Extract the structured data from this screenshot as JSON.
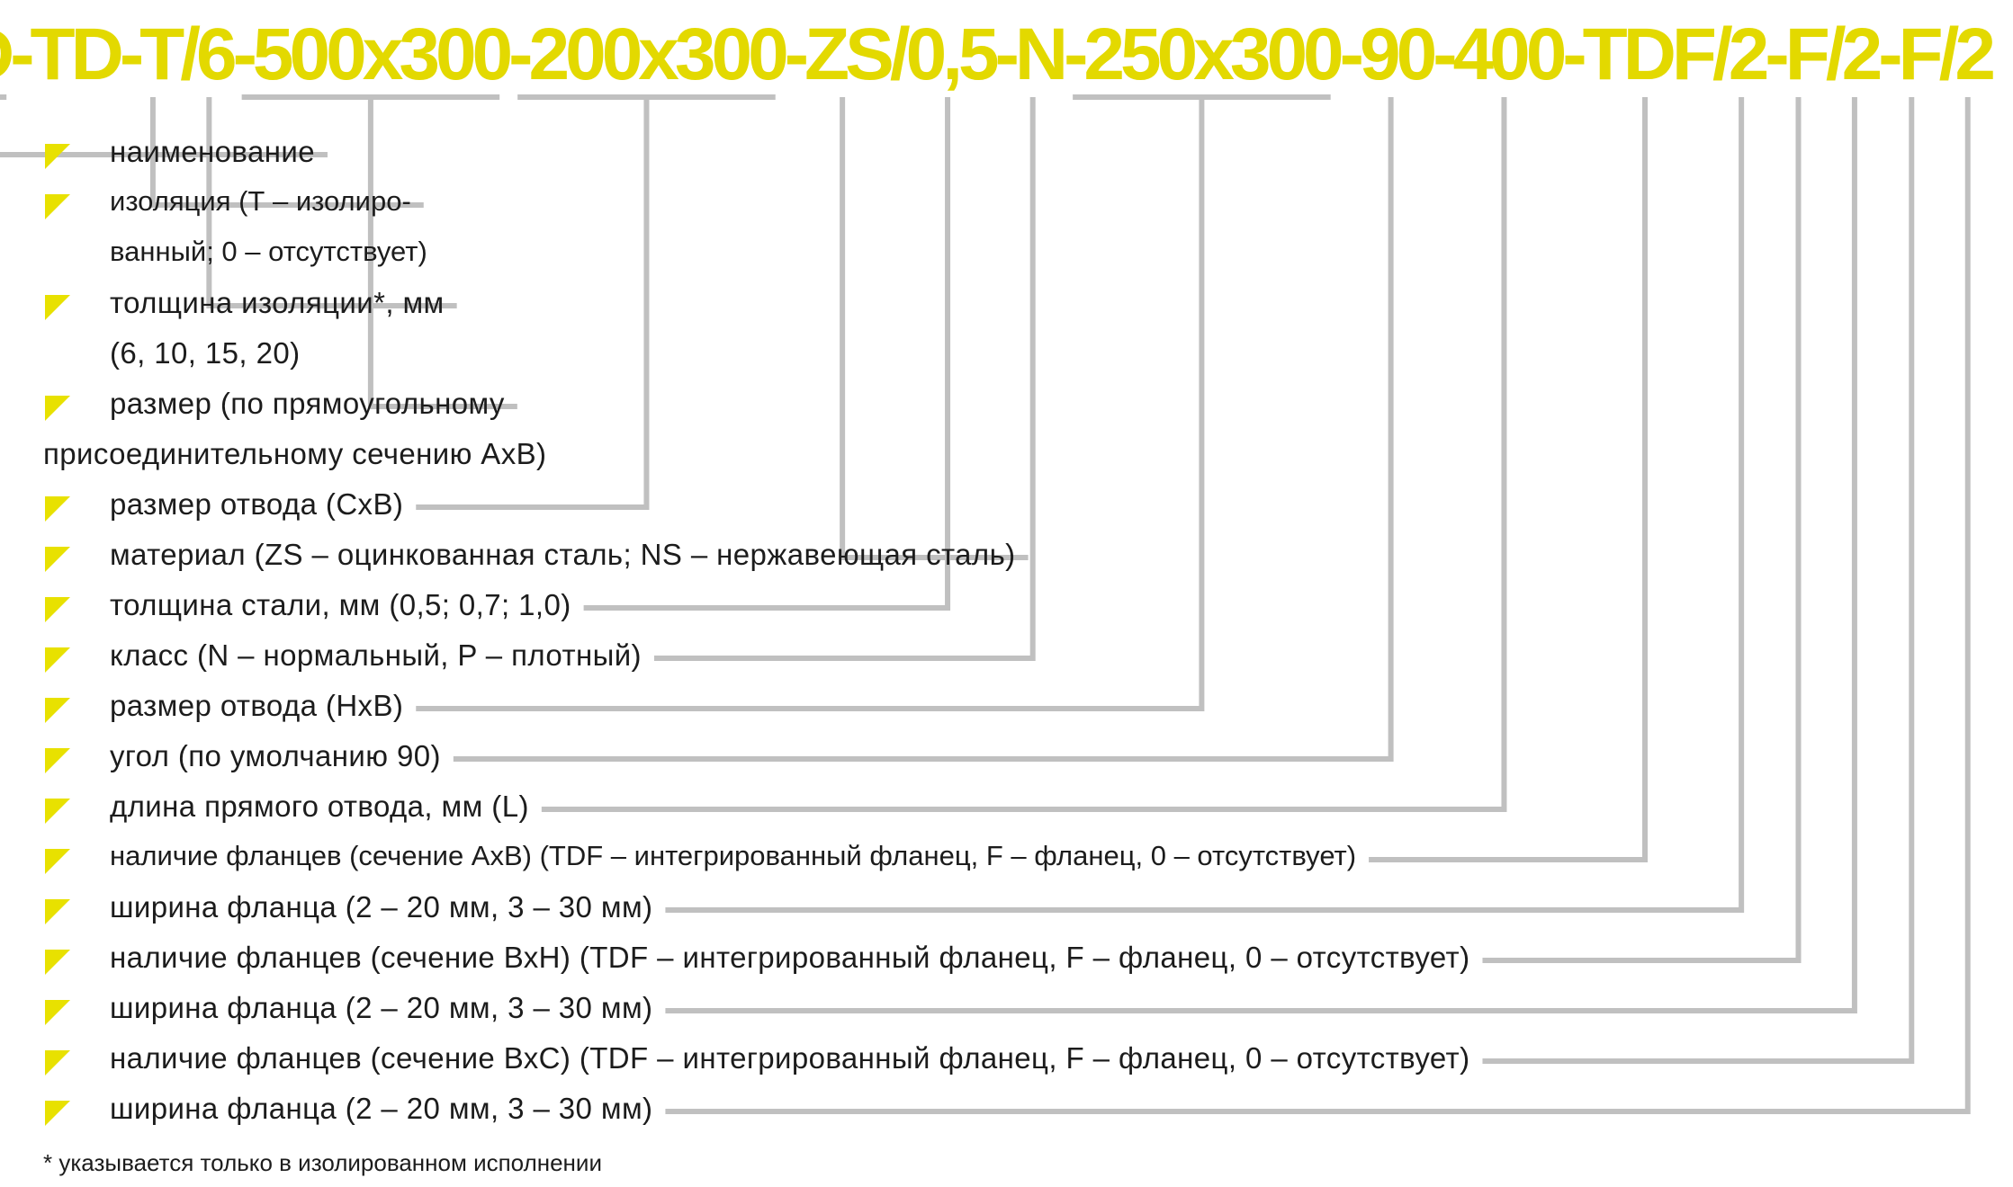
{
  "code_segments": [
    "AD",
    "-TD",
    "-T",
    "/6",
    "-500x300",
    "-200x300",
    "-ZS",
    "/0,5",
    "-N",
    "-250x300",
    "-90",
    "-400",
    "-TDF",
    "/2",
    "-F",
    "/2",
    "-F",
    "/2"
  ],
  "items": [
    {
      "lines": [
        "наименование"
      ]
    },
    {
      "lines": [
        "изоляция (Т – изолиро-",
        "ванный; 0 – отсутствует)"
      ]
    },
    {
      "lines": [
        "толщина изоляции*, мм",
        "(6, 10, 15, 20)"
      ]
    },
    {
      "lines": [
        "размер (по прямоугольному",
        "присоединительному сечению АхВ)"
      ]
    },
    {
      "lines": [
        "размер отвода (СхВ)"
      ]
    },
    {
      "lines": [
        "материал (ZS – оцинкованная сталь; NS – нержавеющая сталь)"
      ]
    },
    {
      "lines": [
        "толщина стали, мм (0,5; 0,7; 1,0)"
      ]
    },
    {
      "lines": [
        "класс (N – нормальный, P – плотный)"
      ]
    },
    {
      "lines": [
        "размер отвода (HxB)"
      ]
    },
    {
      "lines": [
        "угол (по умолчанию 90)"
      ]
    },
    {
      "lines": [
        "длина прямого отвода, мм (L)"
      ]
    },
    {
      "lines": [
        "наличие фланцев (сечение АхВ) (TDF – интегрированный фланец, F – фланец, 0 – отсутствует)"
      ]
    },
    {
      "lines": [
        "ширина фланца (2 – 20 мм, 3 – 30 мм)"
      ]
    },
    {
      "lines": [
        "наличие фланцев (сечение ВхН) (TDF – интегрированный фланец, F – фланец, 0 – отсутствует)"
      ]
    },
    {
      "lines": [
        "ширина фланца (2 – 20 мм, 3 – 30 мм)"
      ]
    },
    {
      "lines": [
        "наличие фланцев (сечение ВхС) (TDF – интегрированный фланец, F – фланец, 0 – отсутствует)"
      ]
    },
    {
      "lines": [
        "ширина фланца (2 – 20 мм, 3 – 30 мм)"
      ]
    }
  ],
  "footnote": "* указывается только в изолированном исполнении",
  "colors": {
    "code": "#e3d900",
    "triangle": "#e8e100",
    "connector": "#c0c0c0",
    "text": "#1c1c1c"
  }
}
